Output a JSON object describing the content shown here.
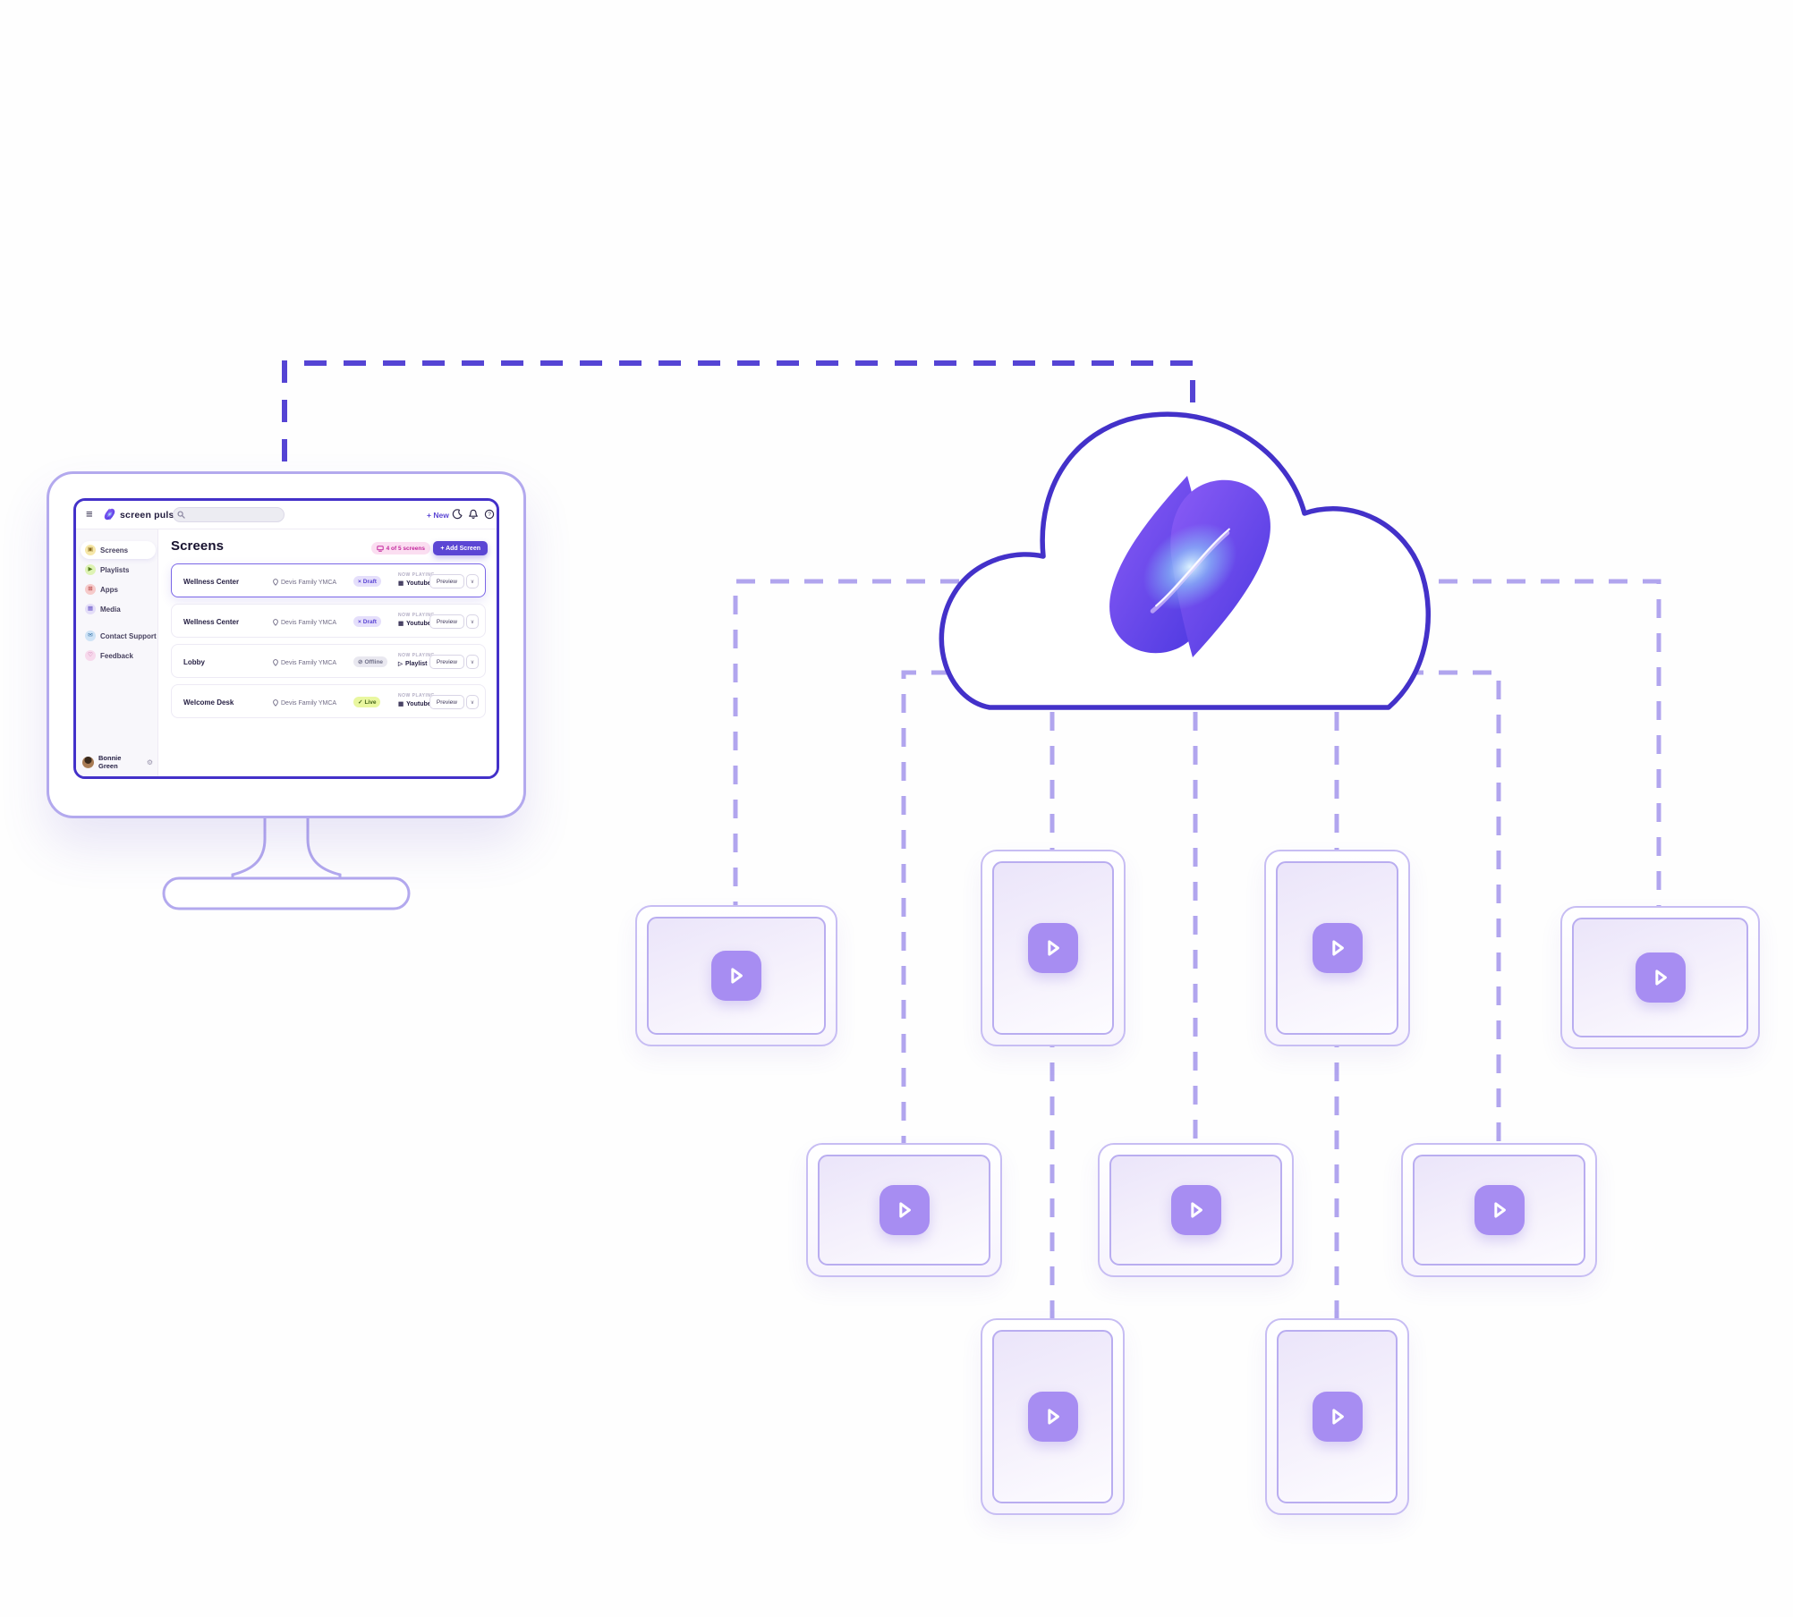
{
  "colors": {
    "brand_indigo": "#4331c9",
    "accent_purple": "#5b46d4",
    "connector_dark": "#5544d4",
    "connector_light": "#b1a5ee",
    "tile_play_purple": "#a78df2",
    "count_badge_bg": "#fbdef1",
    "count_badge_text": "#c3289d",
    "draft_bg": "#e5dffb",
    "offline_bg": "#e9e8f0",
    "live_bg": "#e9f7a0"
  },
  "icons": {
    "menu": "≡",
    "help": "?",
    "chevron_down": "∨",
    "gear": "⚙",
    "status_draft": "×",
    "status_offline": "⊘",
    "status_live": "✓",
    "youtube_app": "▦",
    "playlist": "▷"
  },
  "app": {
    "topbar": {
      "logo_text": "screen pulse",
      "search_placeholder": "",
      "new_button": "+ New"
    },
    "sidebar": {
      "items": [
        {
          "label": "Screens",
          "glyph": "▣"
        },
        {
          "label": "Playlists",
          "glyph": "▶"
        },
        {
          "label": "Apps",
          "glyph": "⊞"
        },
        {
          "label": "Media",
          "glyph": "▦"
        },
        {
          "label": "Contact Support",
          "glyph": "✉"
        },
        {
          "label": "Feedback",
          "glyph": "♡"
        }
      ],
      "user": {
        "name": "Bonnie Green"
      }
    },
    "main": {
      "title": "Screens",
      "count_badge": "4 of 5 screens",
      "add_button": "+ Add Screen",
      "now_playing_label": "NOW PLAYING",
      "preview_label": "Preview",
      "rows": [
        {
          "name": "Wellness Center",
          "location": "Devis Family YMCA",
          "status": "Draft",
          "now_playing": "Youtube App"
        },
        {
          "name": "Wellness Center",
          "location": "Devis Family YMCA",
          "status": "Draft",
          "now_playing": "Youtube App"
        },
        {
          "name": "Lobby",
          "location": "Devis Family YMCA",
          "status": "Offline",
          "now_playing": "Playlist"
        },
        {
          "name": "Welcome Desk",
          "location": "Devis Family YMCA",
          "status": "Live",
          "now_playing": "Youtube App"
        }
      ]
    }
  }
}
